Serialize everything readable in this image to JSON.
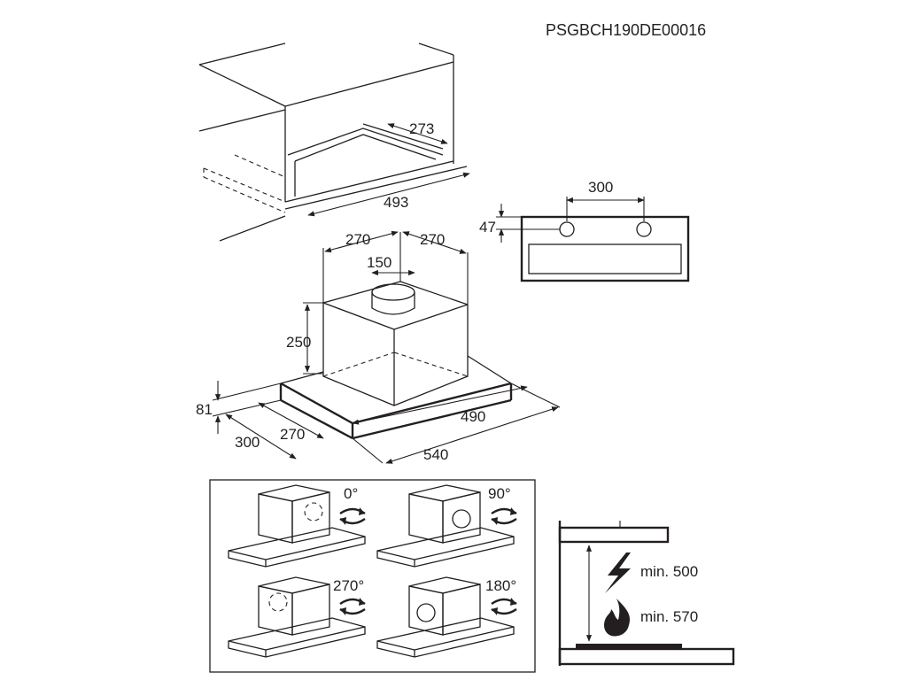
{
  "document_code": "PSGBCH190DE00016",
  "cabinet": {
    "depth": "273",
    "width": "493"
  },
  "hood": {
    "left_offset": "270",
    "right_offset": "270",
    "duct_diameter": "150",
    "box_height": "250",
    "panel_height": "81",
    "depth_total": "300",
    "depth_inner": "270",
    "inner_width": "490",
    "total_width": "540"
  },
  "mounting": {
    "hole_spacing": "300",
    "hole_height": "47"
  },
  "rotations": [
    "0°",
    "90°",
    "270°",
    "180°"
  ],
  "clearance": {
    "electric": "min. 500",
    "gas": "min. 570"
  }
}
